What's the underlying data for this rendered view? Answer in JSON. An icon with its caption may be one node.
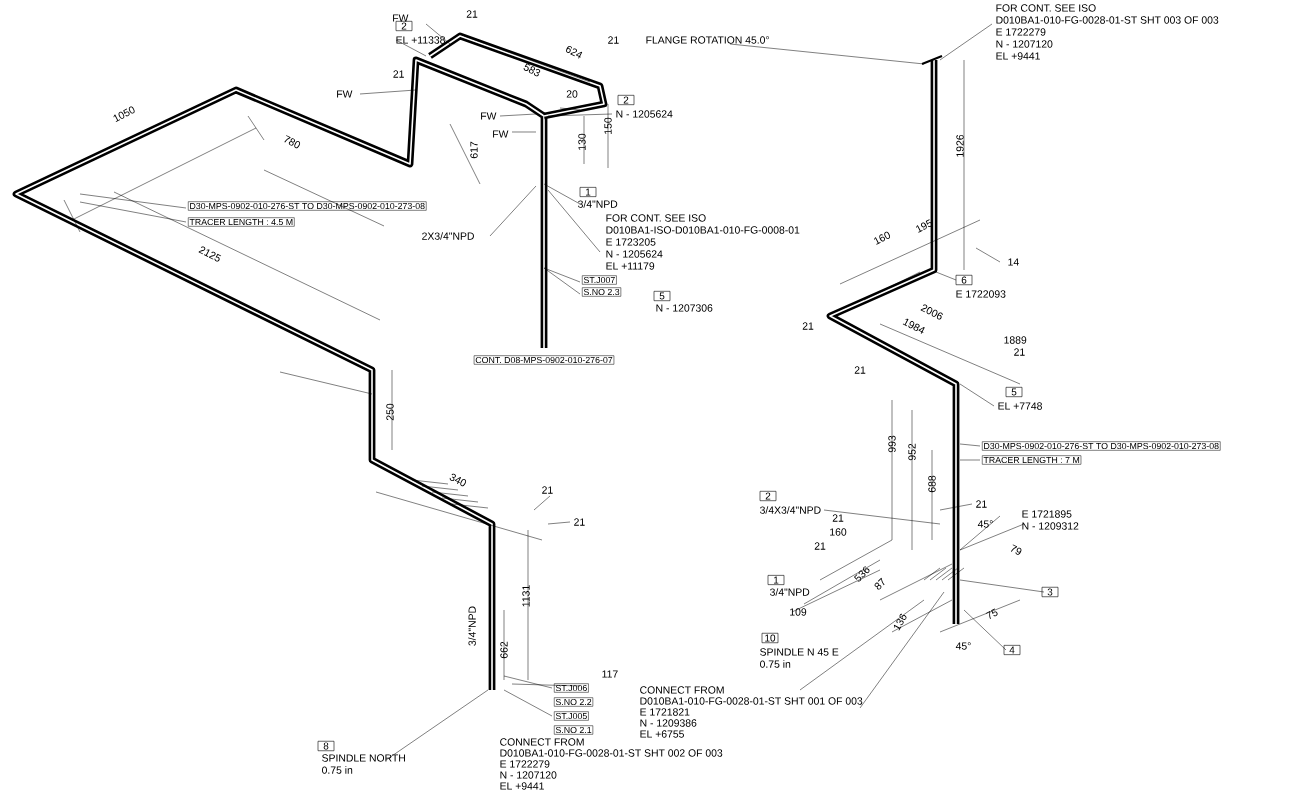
{
  "diagram": {
    "labels": [
      "2",
      "EL +11338",
      "FW",
      "21",
      "624",
      "583",
      "21",
      "21",
      "FW",
      "20",
      "2",
      "N - 1205624",
      "FW",
      "FW",
      "617",
      "130",
      "150",
      "1050",
      "780",
      "1",
      "3/4\"NPD",
      "FOR CONT. SEE ISO",
      "D010BA1-ISO-D010BA1-010-FG-0008-01",
      "E 1723205",
      "N - 1205624",
      "EL +11179",
      "2X3/4\"NPD",
      "D30-MPS-0902-010-276-ST TO D30-MPS-0902-010-273-08",
      "TRACER LENGTH : 4.5 M",
      "2125",
      "ST.J007",
      "S.NO 2.3",
      "5",
      "N - 1207306",
      "CONT. D08-MPS-0902-010-276-07",
      "250",
      "340",
      "21",
      "21",
      "1131",
      "3/4\"NPD",
      "662",
      "117",
      "ST.J006",
      "S.NO 2.2",
      "ST.J005",
      "S.NO 2.1",
      "8",
      "SPINDLE NORTH",
      "0.75 in",
      "CONNECT FROM",
      "D010BA1-010-FG-0028-01-ST SHT 002 OF 003",
      "E 1722279",
      "N - 1207120",
      "EL +9441",
      "FLANGE ROTATION 45.0°",
      "FOR CONT. SEE ISO",
      "D010BA1-010-FG-0028-01-ST SHT 003 OF 003",
      "E 1722279",
      "N - 1207120",
      "EL +9441",
      "1926",
      "195",
      "160",
      "14",
      "6",
      "E 1722093",
      "2006",
      "1984",
      "1889",
      "21",
      "21",
      "21",
      "5",
      "EL +7748",
      "993",
      "952",
      "688",
      "D30-MPS-0902-010-276-ST TO D30-MPS-0902-010-273-08",
      "TRACER LENGTH : 7 M",
      "2",
      "3/4X3/4\"NPD",
      "21",
      "E 1721895",
      "N - 1209312",
      "21",
      "160",
      "45°",
      "21",
      "79",
      "536",
      "87",
      "1",
      "3/4\"NPD",
      "3",
      "109",
      "136",
      "75",
      "10",
      "SPINDLE N 45 E",
      "0.75 in",
      "45°",
      "4",
      "CONNECT FROM",
      "D010BA1-010-FG-0028-01-ST SHT 001 OF 003",
      "E 1721821",
      "N - 1209386",
      "EL +6755"
    ]
  }
}
